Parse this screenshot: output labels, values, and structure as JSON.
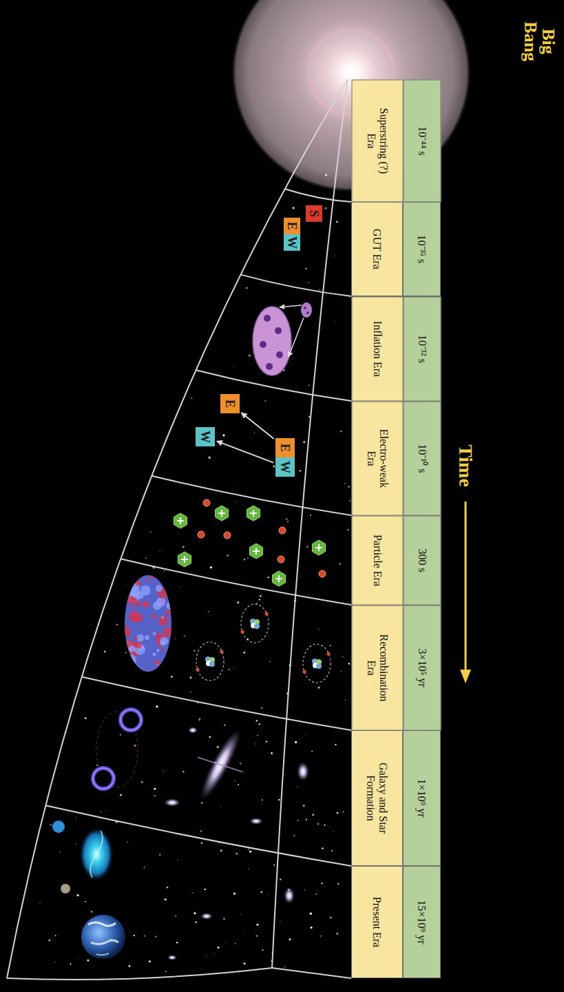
{
  "diagram": {
    "nodes": [
      {
        "text": [
          "10⁻⁴⁴ s"
        ]
      },
      {
        "text": [
          "10⁻³⁵ s"
        ]
      },
      {
        "text": [
          "10⁻³² s"
        ]
      },
      {
        "text": [
          "10⁻¹⁰ s"
        ]
      },
      {
        "text": [
          "300 s"
        ]
      },
      {
        "text": [
          "3×10⁵ yr"
        ]
      },
      {
        "text": [
          "1×10⁹ yr"
        ]
      },
      {
        "text": [
          "15×10⁹ yr"
        ]
      },
      {
        "text": [
          "Superstring (?) Era"
        ]
      },
      {
        "text": [
          "GUT Era"
        ]
      },
      {
        "text": [
          "Inflation Era"
        ]
      },
      {
        "text": [
          "Electro-weak Era"
        ]
      },
      {
        "text": [
          "Particle Era"
        ]
      },
      {
        "text": [
          "Recombination Era"
        ]
      },
      {
        "text": [
          "Galaxy and Star Formation"
        ]
      },
      {
        "text": [
          "Present Era"
        ]
      },
      {
        "text": [
          "S"
        ]
      },
      {
        "text": [
          "E"
        ]
      },
      {
        "text": [
          "W"
        ]
      },
      {
        "text": [
          "E"
        ]
      },
      {
        "text": [
          "W"
        ]
      },
      {
        "text": [
          "E"
        ]
      },
      {
        "text": [
          "W"
        ]
      }
    ],
    "edges": [
      {
        "from": 19,
        "to": 21,
        "arrow": "to"
      },
      {
        "from": 20,
        "to": 22,
        "arrow": "to"
      }
    ],
    "labels": [
      "Big Bang",
      "Time"
    ]
  }
}
